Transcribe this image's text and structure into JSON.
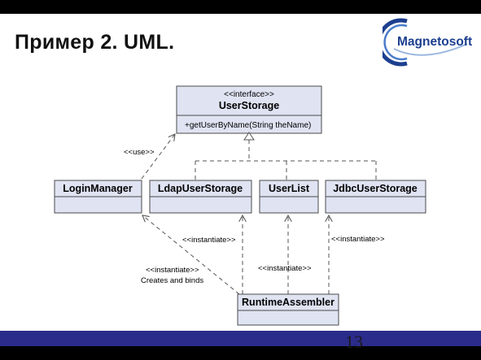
{
  "slide": {
    "title": "Пример 2. UML.",
    "page_number": "13",
    "logo_text": "Magnetosoft"
  },
  "diagram": {
    "interface": {
      "stereotype": "<<interface>>",
      "name": "UserStorage",
      "operation": "+getUserByName(String theName)"
    },
    "classes": {
      "login_manager": "LoginManager",
      "ldap_user_storage": "LdapUserStorage",
      "user_list": "UserList",
      "jdbc_user_storage": "JdbcUserStorage",
      "runtime_assembler": "RuntimeAssembler"
    },
    "labels": {
      "use": "<<use>>",
      "instantiate_ldap": "<<instantiate>>",
      "instantiate_userlist": "<<instantiate>>",
      "instantiate_jdbc": "<<instantiate>>",
      "instantiate_login": "<<instantiate>>",
      "creates_and_binds": "Creates and binds"
    },
    "colors": {
      "box_fill": "#dfe3f2",
      "box_stroke": "#4b4b4b",
      "line": "#555555",
      "accent": "#2b2b8c"
    }
  }
}
